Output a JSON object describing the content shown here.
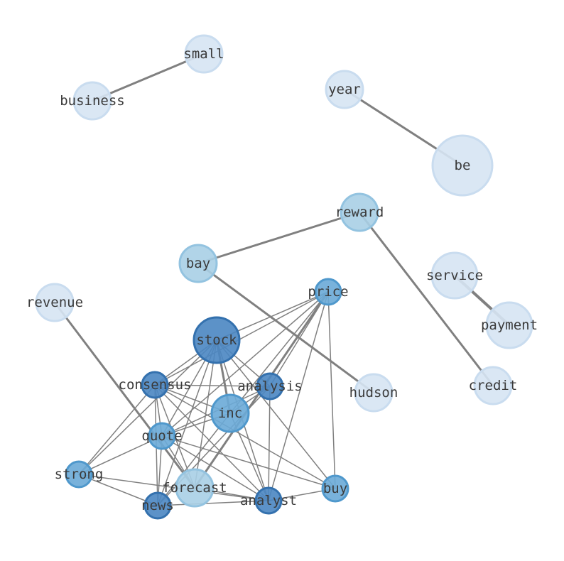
{
  "colors": {
    "background": "#ffffff",
    "edge": "#808080",
    "label": "#3a3a3a",
    "palette": {
      "pale": {
        "fill": "#d6e4f3",
        "stroke": "#c9dcef"
      },
      "light": {
        "fill": "#a9cfe6",
        "stroke": "#93c3e0"
      },
      "medium": {
        "fill": "#6aaad7",
        "stroke": "#4f98cc"
      },
      "dark": {
        "fill": "#4a86c2",
        "stroke": "#3471ae"
      }
    }
  },
  "graph": {
    "nodes": [
      {
        "id": "small",
        "label": "small",
        "tone": "pale"
      },
      {
        "id": "business",
        "label": "business",
        "tone": "pale"
      },
      {
        "id": "year",
        "label": "year",
        "tone": "pale"
      },
      {
        "id": "be",
        "label": "be",
        "tone": "pale"
      },
      {
        "id": "reward",
        "label": "reward",
        "tone": "light"
      },
      {
        "id": "bay",
        "label": "bay",
        "tone": "light"
      },
      {
        "id": "service",
        "label": "service",
        "tone": "pale"
      },
      {
        "id": "payment",
        "label": "payment",
        "tone": "pale"
      },
      {
        "id": "revenue",
        "label": "revenue",
        "tone": "pale"
      },
      {
        "id": "price",
        "label": "price",
        "tone": "medium"
      },
      {
        "id": "stock",
        "label": "stock",
        "tone": "dark"
      },
      {
        "id": "hudson",
        "label": "hudson",
        "tone": "pale"
      },
      {
        "id": "credit",
        "label": "credit",
        "tone": "pale"
      },
      {
        "id": "consensus",
        "label": "consensus",
        "tone": "dark"
      },
      {
        "id": "analysis",
        "label": "analysis",
        "tone": "dark"
      },
      {
        "id": "inc",
        "label": "inc",
        "tone": "medium"
      },
      {
        "id": "quote",
        "label": "quote",
        "tone": "medium"
      },
      {
        "id": "strong",
        "label": "strong",
        "tone": "medium"
      },
      {
        "id": "forecast",
        "label": "forecast",
        "tone": "light"
      },
      {
        "id": "buy",
        "label": "buy",
        "tone": "medium"
      },
      {
        "id": "analyst",
        "label": "analyst",
        "tone": "dark"
      },
      {
        "id": "news",
        "label": "news",
        "tone": "dark"
      }
    ],
    "edges": [
      {
        "source": "small",
        "target": "business",
        "weight": 2
      },
      {
        "source": "year",
        "target": "be",
        "weight": 2
      },
      {
        "source": "reward",
        "target": "bay",
        "weight": 2
      },
      {
        "source": "reward",
        "target": "credit",
        "weight": 2
      },
      {
        "source": "bay",
        "target": "hudson",
        "weight": 2
      },
      {
        "source": "service",
        "target": "payment",
        "weight": 3
      },
      {
        "source": "revenue",
        "target": "forecast",
        "weight": 2
      },
      {
        "source": "stock",
        "target": "consensus",
        "weight": 1
      },
      {
        "source": "stock",
        "target": "analysis",
        "weight": 1
      },
      {
        "source": "stock",
        "target": "inc",
        "weight": 2
      },
      {
        "source": "stock",
        "target": "quote",
        "weight": 1
      },
      {
        "source": "stock",
        "target": "forecast",
        "weight": 1
      },
      {
        "source": "stock",
        "target": "analyst",
        "weight": 1
      },
      {
        "source": "stock",
        "target": "news",
        "weight": 1
      },
      {
        "source": "stock",
        "target": "buy",
        "weight": 1
      },
      {
        "source": "stock",
        "target": "price",
        "weight": 1
      },
      {
        "source": "stock",
        "target": "strong",
        "weight": 1
      },
      {
        "source": "price",
        "target": "consensus",
        "weight": 1
      },
      {
        "source": "price",
        "target": "analysis",
        "weight": 1
      },
      {
        "source": "price",
        "target": "inc",
        "weight": 1
      },
      {
        "source": "price",
        "target": "quote",
        "weight": 1
      },
      {
        "source": "price",
        "target": "forecast",
        "weight": 2
      },
      {
        "source": "price",
        "target": "analyst",
        "weight": 1
      },
      {
        "source": "price",
        "target": "buy",
        "weight": 1
      },
      {
        "source": "consensus",
        "target": "analysis",
        "weight": 1
      },
      {
        "source": "consensus",
        "target": "quote",
        "weight": 1
      },
      {
        "source": "consensus",
        "target": "forecast",
        "weight": 1
      },
      {
        "source": "consensus",
        "target": "news",
        "weight": 1
      },
      {
        "source": "consensus",
        "target": "analyst",
        "weight": 1
      },
      {
        "source": "consensus",
        "target": "strong",
        "weight": 1
      },
      {
        "source": "consensus",
        "target": "buy",
        "weight": 1
      },
      {
        "source": "consensus",
        "target": "inc",
        "weight": 1
      },
      {
        "source": "analysis",
        "target": "quote",
        "weight": 1
      },
      {
        "source": "analysis",
        "target": "analyst",
        "weight": 1
      },
      {
        "source": "analysis",
        "target": "news",
        "weight": 1
      },
      {
        "source": "analysis",
        "target": "inc",
        "weight": 1
      },
      {
        "source": "inc",
        "target": "quote",
        "weight": 1
      },
      {
        "source": "inc",
        "target": "analyst",
        "weight": 1
      },
      {
        "source": "inc",
        "target": "news",
        "weight": 1
      },
      {
        "source": "quote",
        "target": "strong",
        "weight": 1
      },
      {
        "source": "quote",
        "target": "forecast",
        "weight": 1
      },
      {
        "source": "quote",
        "target": "news",
        "weight": 1
      },
      {
        "source": "quote",
        "target": "analyst",
        "weight": 1
      },
      {
        "source": "quote",
        "target": "buy",
        "weight": 1
      },
      {
        "source": "strong",
        "target": "news",
        "weight": 1
      },
      {
        "source": "strong",
        "target": "analyst",
        "weight": 1
      },
      {
        "source": "forecast",
        "target": "analyst",
        "weight": 1
      },
      {
        "source": "news",
        "target": "analyst",
        "weight": 1
      },
      {
        "source": "analyst",
        "target": "buy",
        "weight": 1
      }
    ]
  }
}
